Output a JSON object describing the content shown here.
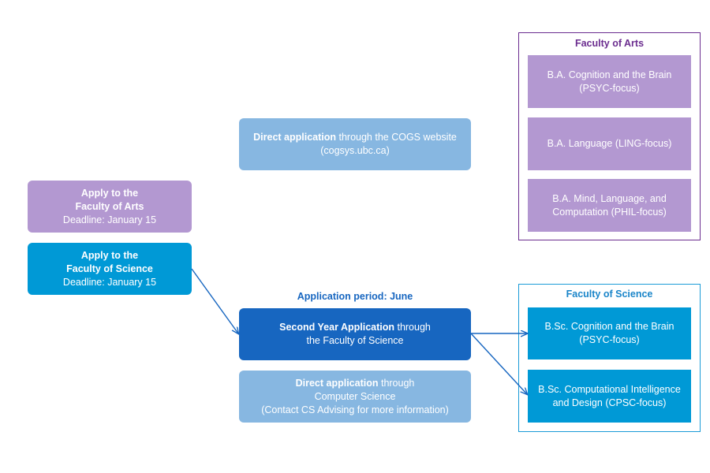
{
  "direct_cogs": {
    "bold": "Direct application",
    "rest": " through the COGS website",
    "line2": "(cogsys.ubc.ca)"
  },
  "apply_arts": {
    "line1": "Apply to the",
    "line2": "Faculty of Arts",
    "line3": "Deadline: January 15"
  },
  "apply_science": {
    "line1": "Apply to the",
    "line2": "Faculty of Science",
    "line3": "Deadline: January 15"
  },
  "application_period": "Application period: June",
  "second_year": {
    "bold": "Second Year Application",
    "rest": " through",
    "line2": "the Faculty of Science"
  },
  "direct_cs": {
    "bold": "Direct application",
    "rest": " through",
    "line2": "Computer Science",
    "line3": "(Contact CS Advising for more information)"
  },
  "faculty_arts": {
    "title": "Faculty of Arts",
    "programs": [
      {
        "lines": [
          "B.A. Cognition and the Brain",
          "(PSYC-focus)"
        ]
      },
      {
        "lines": [
          "B.A. Language",
          "(LING-focus)"
        ]
      },
      {
        "lines": [
          "B.A. Mind, Language, and",
          "Computation",
          "(PHIL-focus)"
        ]
      }
    ]
  },
  "faculty_science": {
    "title": "Faculty of Science",
    "programs": [
      {
        "lines": [
          "B.Sc. Cognition and the Brain",
          "(PSYC-focus)"
        ]
      },
      {
        "lines": [
          "B.Sc. Computational",
          "Intelligence and Design",
          "(CPSC-focus)"
        ]
      }
    ]
  },
  "colors": {
    "arts_purple": "#b398d1",
    "arts_border": "#6b2d8f",
    "science_cyan": "#0099d6",
    "direct_light_blue": "#87b7e1",
    "second_year_navy": "#1766c0",
    "arrow": "#1766c0"
  }
}
